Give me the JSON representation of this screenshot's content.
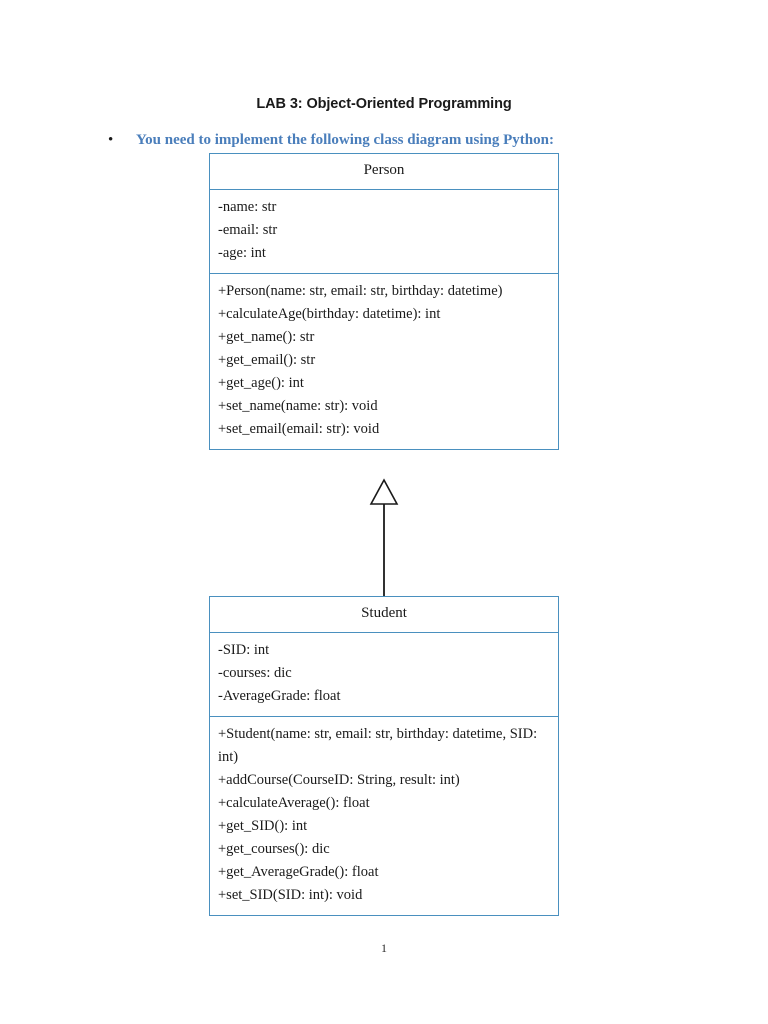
{
  "document": {
    "title": "LAB 3: Object-Oriented Programming",
    "instruction_bullet": "•",
    "instruction": "You need to implement the following class diagram using Python:",
    "page_number": "1"
  },
  "colors": {
    "class_border": "#4a90bf",
    "heading_blue": "#4a7ebb",
    "text": "#1a1a1a",
    "connector": "#1a1a1a",
    "background": "#ffffff"
  },
  "diagram": {
    "type": "uml-class-diagram",
    "relationship": {
      "kind": "generalization",
      "label": "inheritance",
      "from": "Student",
      "to": "Person",
      "arrowhead": "hollow-triangle"
    },
    "classes": [
      {
        "name": "Person",
        "attributes": [
          "-name: str",
          "-email: str",
          "-age: int"
        ],
        "operations": [
          "+Person(name: str, email: str, birthday: datetime)",
          "+calculateAge(birthday: datetime): int",
          "+get_name(): str",
          "+get_email(): str",
          "+get_age(): int",
          "+set_name(name: str): void",
          "+set_email(email: str): void"
        ]
      },
      {
        "name": "Student",
        "attributes": [
          "-SID: int",
          "-courses: dic",
          "-AverageGrade: float"
        ],
        "operations": [
          "+Student(name: str, email: str, birthday: datetime, SID: int)",
          "+addCourse(CourseID: String, result: int)",
          "+calculateAverage(): float",
          "+get_SID(): int",
          "+get_courses(): dic",
          "+get_AverageGrade(): float",
          "+set_SID(SID: int): void"
        ]
      }
    ]
  }
}
